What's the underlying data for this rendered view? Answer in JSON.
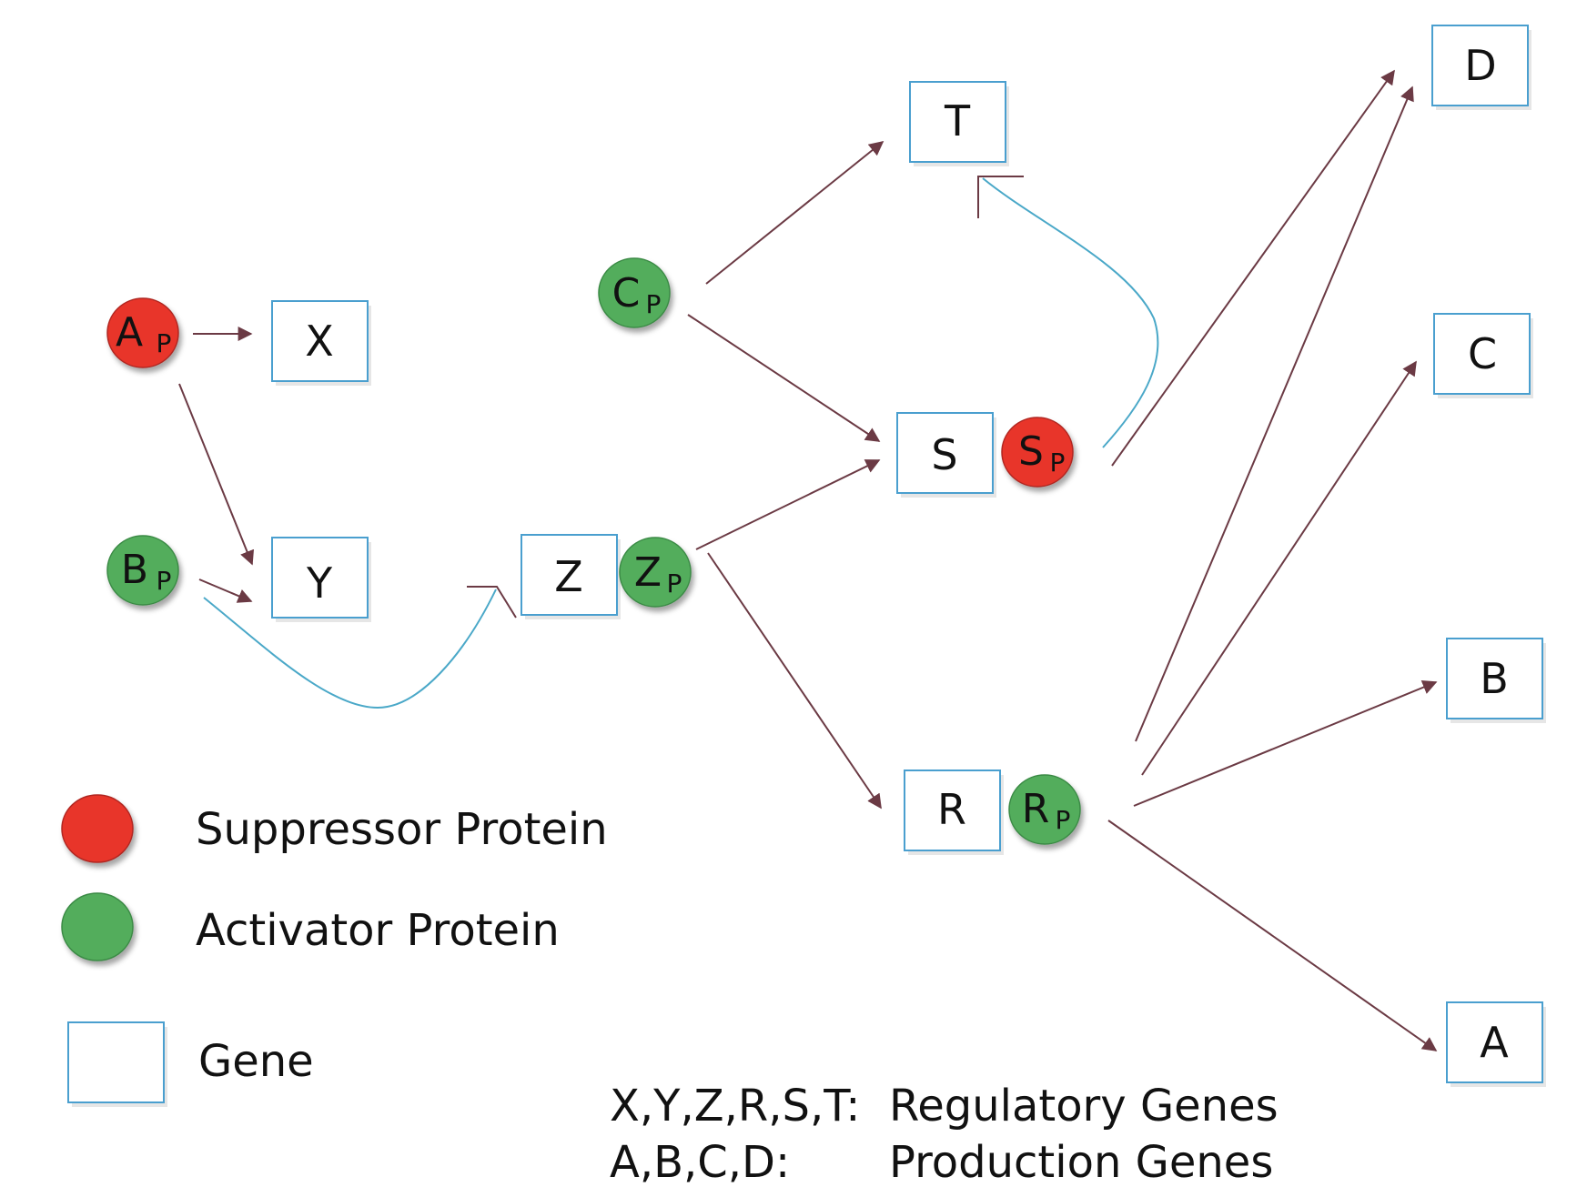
{
  "colors": {
    "suppressor": "#e8352a",
    "activator": "#52ad5c",
    "gene_border": "#4a9fcf",
    "arrow": "#6b3a44",
    "inhibition": "#4aa8c8"
  },
  "genes": {
    "X": "X",
    "Y": "Y",
    "Z": "Z",
    "T": "T",
    "S": "S",
    "R": "R",
    "D": "D",
    "C": "C",
    "B": "B",
    "A": "A"
  },
  "proteins": {
    "Ap": {
      "letter": "A",
      "sub": "P",
      "kind": "suppressor"
    },
    "Bp": {
      "letter": "B",
      "sub": "P",
      "kind": "activator"
    },
    "Cp": {
      "letter": "C",
      "sub": "P",
      "kind": "activator"
    },
    "Zp": {
      "letter": "Z",
      "sub": "P",
      "kind": "activator"
    },
    "Sp": {
      "letter": "S",
      "sub": "P",
      "kind": "suppressor"
    },
    "Rp": {
      "letter": "R",
      "sub": "P",
      "kind": "activator"
    }
  },
  "legend": {
    "suppressor": "Suppressor Protein",
    "activator": "Activator Protein",
    "gene": "Gene"
  },
  "notes": {
    "regulatory_key": "X,Y,Z,R,S,T:",
    "regulatory_value": "Regulatory Genes",
    "production_key": "A,B,C,D:",
    "production_value": "Production Genes"
  }
}
